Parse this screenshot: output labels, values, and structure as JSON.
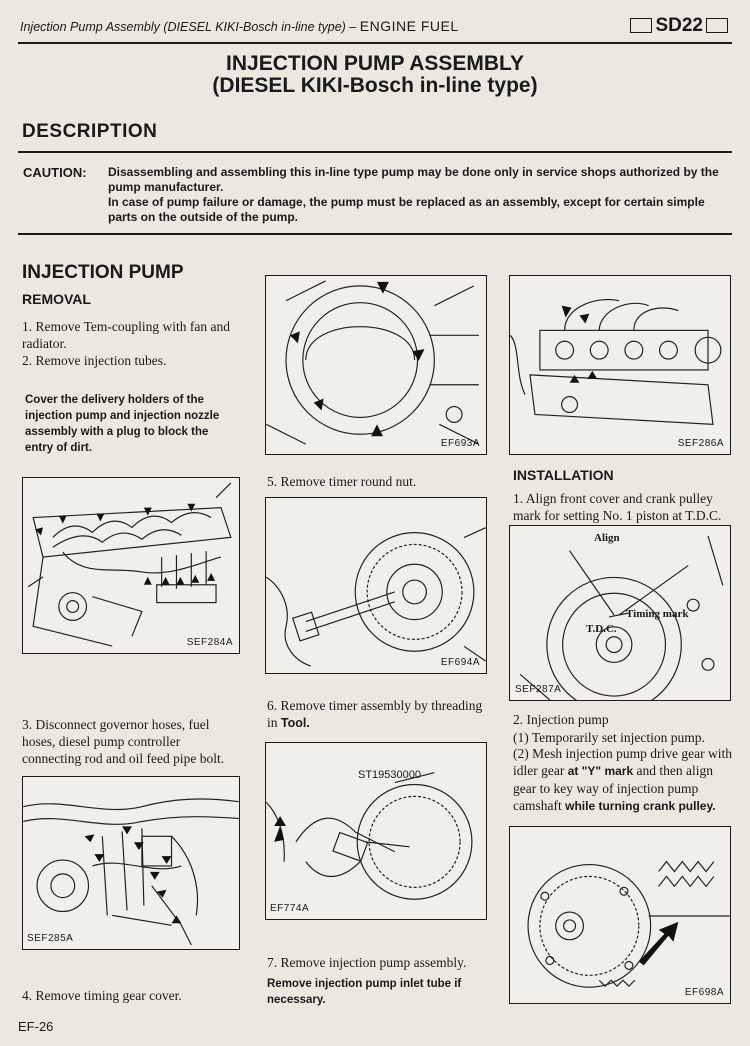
{
  "header": {
    "breadcrumb": "Injection Pump Assembly (DIESEL  KIKI-Bosch in-line type) –",
    "section": "ENGINE FUEL",
    "model_code": "SD22"
  },
  "title": {
    "line1": "INJECTION PUMP ASSEMBLY",
    "line2": "(DIESEL KIKI-Bosch in-line type)"
  },
  "description": {
    "heading": "DESCRIPTION",
    "caution_label": "CAUTION:",
    "caution_1": "Disassembling and assembling this in-line type pump may be done only in service shops authorized by the pump manufacturer.",
    "caution_2": "In case of pump failure or damage, the pump must be replaced as an assembly, except for certain simple parts on the outside of the pump."
  },
  "injection_pump": {
    "heading": "INJECTION PUMP",
    "removal": {
      "heading": "REMOVAL",
      "step1": "1.  Remove Tem-coupling with fan and radiator.",
      "step2": "2.  Remove injection tubes.",
      "note": "Cover the delivery holders of the injection pump and injection nozzle assembly with a plug to block the entry of dirt.",
      "step3": "3.  Disconnect governor hoses, fuel hoses, diesel pump controller connecting rod and oil feed pipe bolt.",
      "step4": "4.  Remove timing gear cover.",
      "step5": "5.  Remove timer round nut.",
      "step6_a": "6.  Remove    timer    assembly    by threading in ",
      "step6_tool": "Tool.",
      "step7": "7.  Remove injection pump assembly.",
      "note7": "Remove injection pump inlet tube if necessary."
    },
    "installation": {
      "heading": "INSTALLATION",
      "step1": "1.  Align front cover and crank pulley mark for setting No. 1 piston at T.D.C.",
      "step2": "2.  Injection pump",
      "step2_1": "(1)  Temporarily set injection pump.",
      "step2_2a": "(2)  Mesh injection pump drive gear with idler gear ",
      "step2_2b": "at \"Y\" mark",
      "step2_2c": " and then align gear to key way of injection pump camshaft ",
      "step2_2d": "while turning crank pulley."
    }
  },
  "figures": {
    "ef693a": "EF693A",
    "sef286a": "SEF286A",
    "sef284a": "SEF284A",
    "ef694a": "EF694A",
    "sef287a": "SEF287A",
    "sef285a": "SEF285A",
    "ef774a": "EF774A",
    "ef698a": "EF698A",
    "tool_no": "ST19530000",
    "align": "Align",
    "timing_mark": "Timing mark",
    "tdc": "T.D.C."
  },
  "page_number": "EF-26"
}
